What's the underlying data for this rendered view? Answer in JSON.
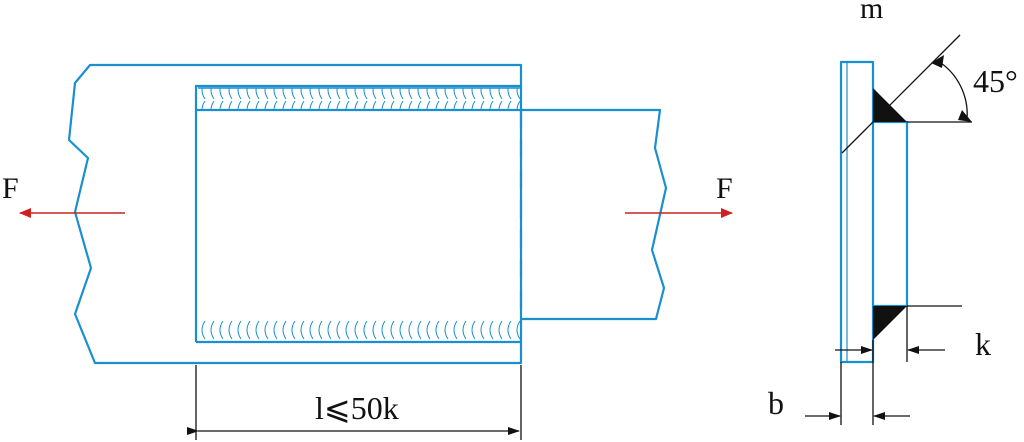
{
  "colors": {
    "plate": "#1a8fd0",
    "force": "#cc2222",
    "dimension": "#111111",
    "weld_fill": "#111111"
  },
  "labels": {
    "force_left": "F",
    "force_right": "F",
    "length": "l⩽50k",
    "section_mark": "m",
    "angle": "45°",
    "leg_size": "k",
    "thickness": "b"
  }
}
